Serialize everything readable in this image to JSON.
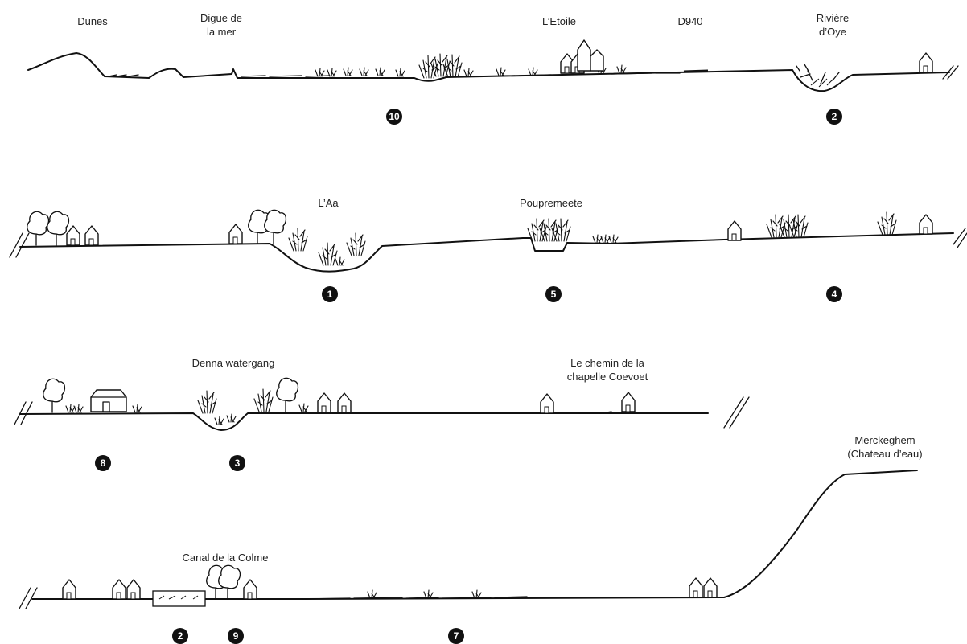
{
  "labels": {
    "dunes": "Dunes",
    "digue": "Digue de\nla mer",
    "etoile": "L’Etoile",
    "d940": "D940",
    "riviere": "Rivière\nd’Oye",
    "laa": "L’Aa",
    "poupremeete": "Poupremeete",
    "denna": "Denna watergang",
    "chemin": "Le chemin de la\nchapelle Coevoet",
    "merckeghem": "Merckeghem\n(Chateau d’eau)",
    "canal": "Canal de la Colme"
  },
  "markers": {
    "m10": "10",
    "m2a": "2",
    "m1": "1",
    "m5": "5",
    "m4": "4",
    "m8": "8",
    "m3": "3",
    "m2b": "2",
    "m9": "9",
    "m7": "7"
  }
}
